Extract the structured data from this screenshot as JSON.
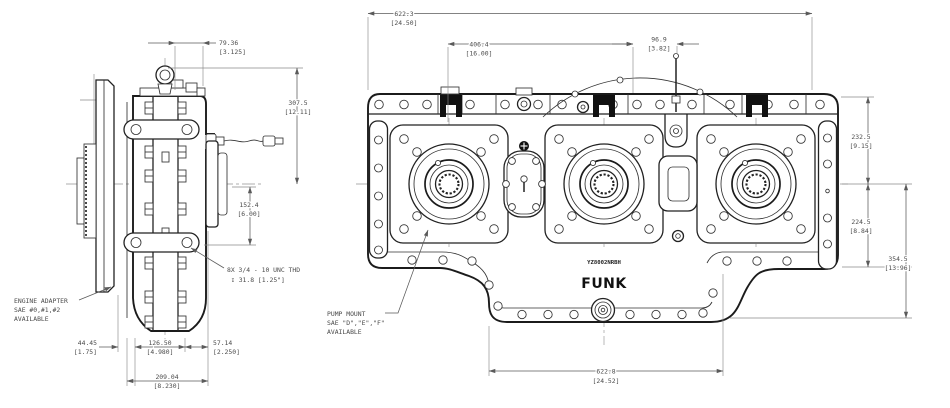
{
  "drawing": {
    "brand": "FUNK",
    "model": "YZ8002NRBH",
    "notes": {
      "engine_adapter": {
        "l1": "ENGINE ADAPTER",
        "l2": "SAE #0,#1,#2",
        "l3": "AVAILABLE"
      },
      "pump_mount": {
        "l1": "PUMP MOUNT",
        "l2": "SAE \"D\",\"E\",\"F\"",
        "l3": "AVAILABLE"
      },
      "thread": {
        "l1": "8X 3/4 - 10 UNC THD",
        "l2": "↧ 31.8 [1.25\"]"
      }
    },
    "dims": {
      "d79": {
        "mm": "79.36",
        "in": "[3.125]"
      },
      "d307": {
        "mm": "307.5",
        "in": "[12.11]"
      },
      "d152": {
        "mm": "152.4",
        "in": "[6.00]"
      },
      "d44": {
        "mm": "44.45",
        "in": "[1.75]"
      },
      "d126": {
        "mm": "126.50",
        "in": "[4.980]"
      },
      "d57": {
        "mm": "57.14",
        "in": "[2.250]"
      },
      "d209": {
        "mm": "209.04",
        "in": "[8.230]"
      },
      "d622t": {
        "mm": "622.3",
        "in": "[24.50]"
      },
      "d406": {
        "mm": "406.4",
        "in": "[16.00]"
      },
      "d96": {
        "mm": "96.9",
        "in": "[3.82]"
      },
      "d232": {
        "mm": "232.5",
        "in": "[9.15]"
      },
      "d224": {
        "mm": "224.5",
        "in": "[8.84]"
      },
      "d354": {
        "mm": "354.5",
        "in": "[13.96]"
      },
      "d622b": {
        "mm": "622.8",
        "in": "[24.52]"
      }
    }
  }
}
